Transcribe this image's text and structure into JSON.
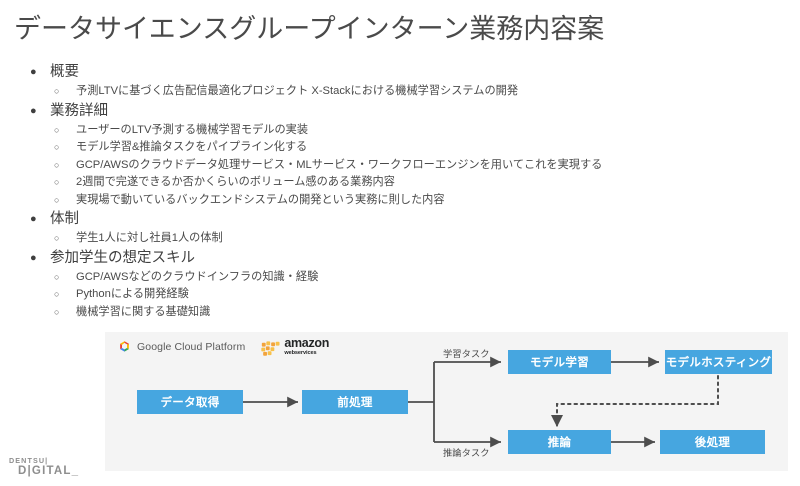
{
  "slide": {
    "title": "データサイエンスグループインターン業務内容案",
    "logo": {
      "line1": "DENTSU|",
      "line2": "D|GITAL_"
    }
  },
  "outline": [
    {
      "label": "概要",
      "marker": "●",
      "children": [
        {
          "marker": "○",
          "label": "予測LTVに基づく広告配信最適化プロジェクト X-Stackにおける機械学習システムの開発"
        }
      ]
    },
    {
      "label": "業務詳細",
      "marker": "●",
      "children": [
        {
          "marker": "○",
          "label": "ユーザーのLTV予測する機械学習モデルの実装"
        },
        {
          "marker": "○",
          "label": "モデル学習&推論タスクをパイプライン化する"
        },
        {
          "marker": "○",
          "label": "GCP/AWSのクラウドデータ処理サービス・MLサービス・ワークフローエンジンを用いてこれを実現する"
        },
        {
          "marker": "○",
          "label": "2週間で完遂できるか否かくらいのボリューム感のある業務内容"
        },
        {
          "marker": "○",
          "label": "実現場で動いているバックエンドシステムの開発という実務に則した内容"
        }
      ]
    },
    {
      "label": "体制",
      "marker": "●",
      "children": [
        {
          "marker": "○",
          "label": "学生1人に対し社員1人の体制"
        }
      ]
    },
    {
      "label": "参加学生の想定スキル",
      "marker": "●",
      "children": [
        {
          "marker": "○",
          "label": "GCP/AWSなどのクラウドインフラの知識・経験"
        },
        {
          "marker": "○",
          "label": "Pythonによる開発経験"
        },
        {
          "marker": "○",
          "label": "機械学習に関する基礎知識"
        }
      ]
    }
  ],
  "diagram": {
    "cloud_logos": [
      {
        "icon": "gcp-icon",
        "text": "Google Cloud Platform"
      },
      {
        "icon": "aws-icon",
        "text": "amazon",
        "subtext": "webservices"
      }
    ],
    "nodes": [
      {
        "id": "ingest",
        "label": "データ取得"
      },
      {
        "id": "preprocess",
        "label": "前処理"
      },
      {
        "id": "train",
        "label": "モデル学習"
      },
      {
        "id": "hosting",
        "label": "モデルホスティング"
      },
      {
        "id": "inference",
        "label": "推論"
      },
      {
        "id": "postprocess",
        "label": "後処理"
      }
    ],
    "edge_labels": [
      {
        "id": "train-task",
        "label": "学習タスク"
      },
      {
        "id": "inference-task",
        "label": "推論タスク"
      }
    ],
    "colors": {
      "node_fill": "#46a6e0",
      "panel_background": "#f4f4f4",
      "arrow": "#4d4d4d"
    }
  }
}
